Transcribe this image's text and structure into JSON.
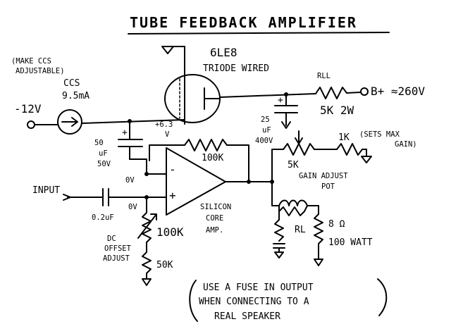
{
  "title": "TUBE FEEDBACK AMPLIFIER",
  "tube": {
    "name": "6LE8",
    "mode": "TRIODE WIRED",
    "heater": "+6.3",
    "heater_unit": "V"
  },
  "ccs": {
    "note_line1": "(MAKE CCS",
    "note_line2": "ADJUSTABLE)",
    "label": "CCS",
    "current": "9.5mA",
    "supply": "-12V"
  },
  "plate_load": {
    "ref": "RLL",
    "value": "5K 2W",
    "supply": "B+ ≈260V"
  },
  "coupling_cap": {
    "value": "25",
    "unit": "uF",
    "voltage": "400V"
  },
  "bias_cap": {
    "value": "50",
    "unit": "uF",
    "voltage": "50V"
  },
  "feedback_res": {
    "value": "100K"
  },
  "gain_pot": {
    "value": "5K",
    "label_line1": "GAIN ADJUST",
    "label_line2": "POT"
  },
  "gain_limit": {
    "value": "1K",
    "note_line1": "(SETS MAX",
    "note_line2": "GAIN)"
  },
  "input": {
    "label": "INPUT",
    "cap": "0.2uF",
    "node_volt": "0V"
  },
  "inverting_node": {
    "volt": "0V"
  },
  "offset": {
    "pot": "100K",
    "res": "50K",
    "label_line1": "DC",
    "label_line2": "OFFSET",
    "label_line3": "ADJUST"
  },
  "amp": {
    "line1": "SILICON",
    "line2": "CORE",
    "line3": "AMP.",
    "minus": "-",
    "plus": "+"
  },
  "output": {
    "load_ref": "RL",
    "speaker": "8 Ω",
    "power": "100 WATT"
  },
  "note": {
    "line1": "USE A FUSE IN OUTPUT",
    "line2": "WHEN CONNECTING TO A",
    "line3": "REAL SPEAKER"
  }
}
